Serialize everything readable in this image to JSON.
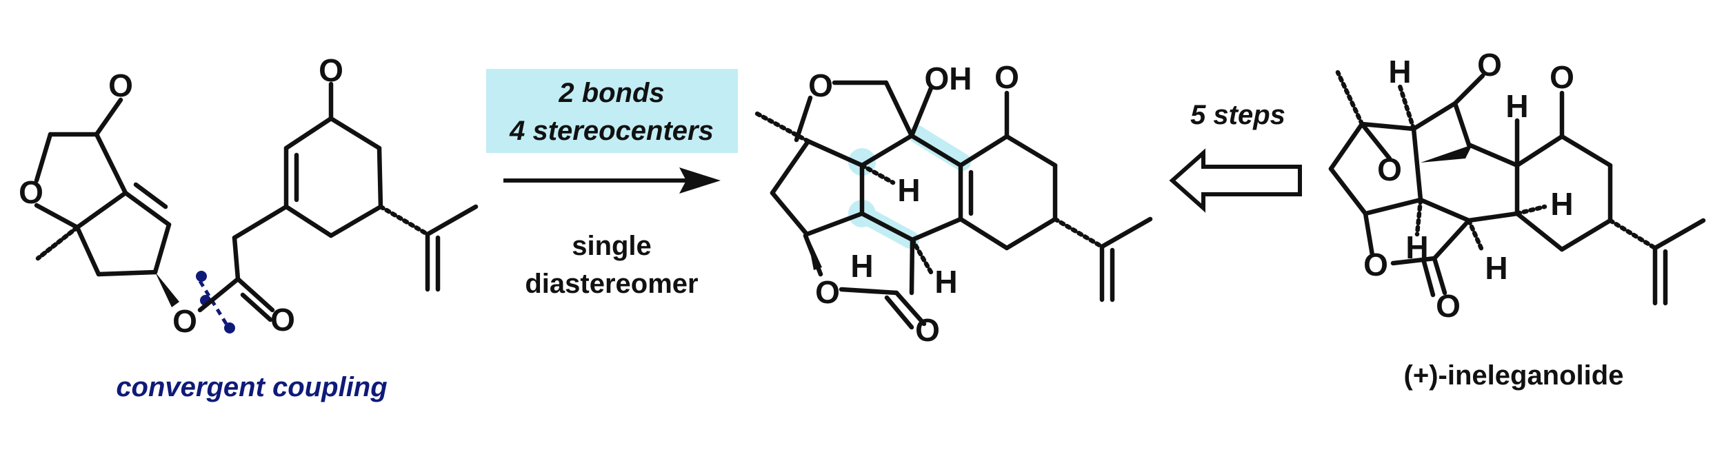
{
  "atoms": {
    "O": "O",
    "OH": "OH",
    "H": "H"
  },
  "reaction": {
    "highlight_line1": "2 bonds",
    "highlight_line2": "4 stereocenters",
    "below_line1": "single",
    "below_line2": "diastereomer",
    "retro_label": "5 steps"
  },
  "captions": {
    "left": "convergent coupling",
    "right": "(+)-ineleganolide"
  },
  "colors": {
    "highlight": "#c2edf4",
    "bond": "#111111",
    "disconnection": "#0f1a78",
    "caption_left": "#0f1a78"
  }
}
